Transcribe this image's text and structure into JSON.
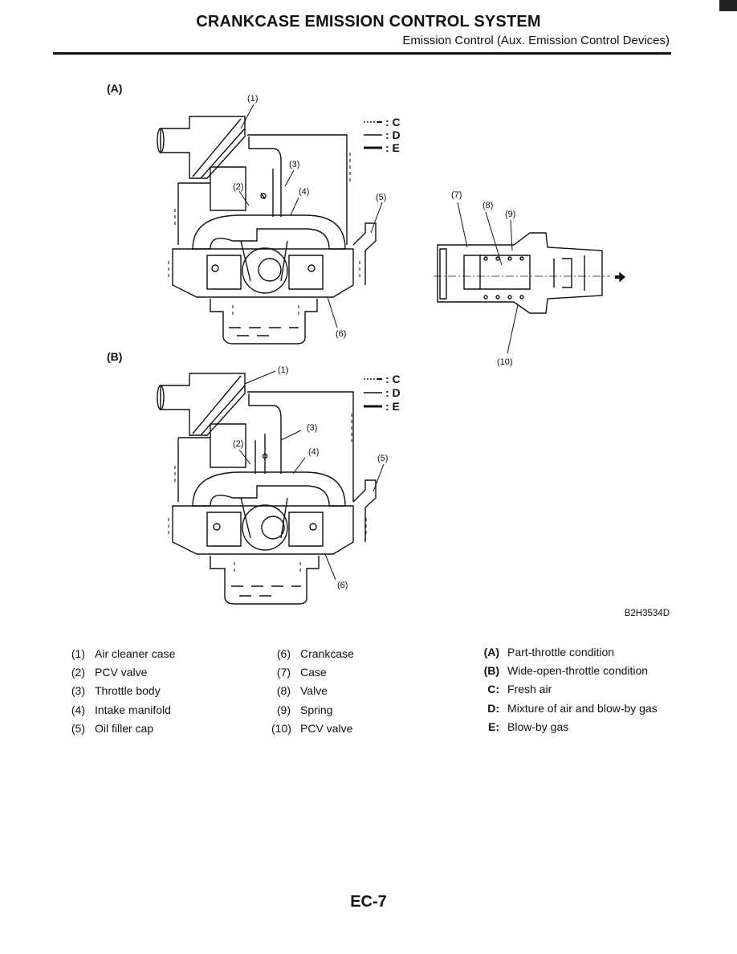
{
  "header": {
    "title": "CRANKCASE EMISSION CONTROL SYSTEM",
    "subtitle": "Emission Control (Aux. Emission Control Devices)"
  },
  "figure": {
    "label_A": "(A)",
    "label_B": "(B)",
    "flow_key": [
      ": C",
      ": D",
      ": E"
    ],
    "callouts": [
      "(1)",
      "(2)",
      "(3)",
      "(4)",
      "(5)",
      "(6)",
      "(7)",
      "(8)",
      "(9)",
      "(10)"
    ],
    "code": "B2H3534D"
  },
  "legend": {
    "col1": [
      {
        "num": "(1)",
        "text": "Air cleaner case"
      },
      {
        "num": "(2)",
        "text": "PCV valve"
      },
      {
        "num": "(3)",
        "text": "Throttle body"
      },
      {
        "num": "(4)",
        "text": "Intake manifold"
      },
      {
        "num": "(5)",
        "text": "Oil filler cap"
      }
    ],
    "col2": [
      {
        "num": "(6)",
        "text": "Crankcase"
      },
      {
        "num": "(7)",
        "text": "Case"
      },
      {
        "num": "(8)",
        "text": "Valve"
      },
      {
        "num": "(9)",
        "text": "Spring"
      },
      {
        "num": "(10)",
        "text": "PCV valve"
      }
    ],
    "col3": [
      {
        "key": "(A)",
        "text": "Part-throttle condition"
      },
      {
        "key": "(B)",
        "text": "Wide-open-throttle condition"
      },
      {
        "key": "C:",
        "text": "Fresh air"
      },
      {
        "key": "D:",
        "text": "Mixture of air and blow-by gas"
      },
      {
        "key": "E:",
        "text": "Blow-by gas"
      }
    ]
  },
  "page_number": "EC-7"
}
